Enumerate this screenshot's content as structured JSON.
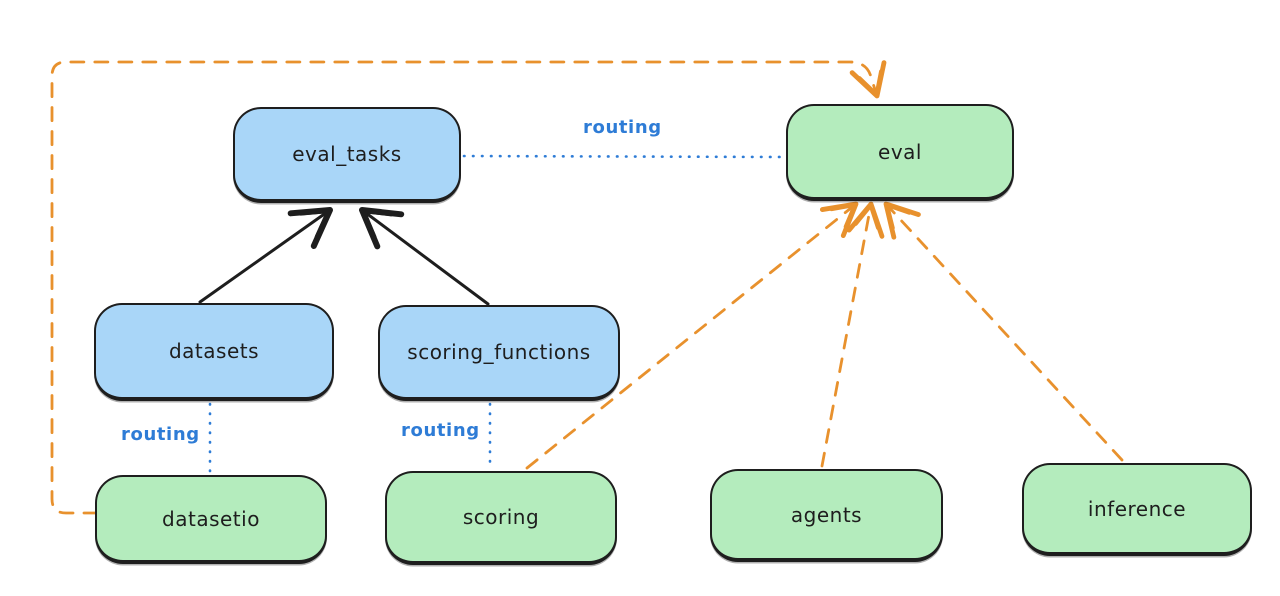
{
  "nodes": {
    "eval_tasks": {
      "label": "eval_tasks",
      "color": "blue"
    },
    "eval": {
      "label": "eval",
      "color": "green"
    },
    "datasets": {
      "label": "datasets",
      "color": "blue"
    },
    "scoring_functions": {
      "label": "scoring_functions",
      "color": "blue"
    },
    "datasetio": {
      "label": "datasetio",
      "color": "green"
    },
    "scoring": {
      "label": "scoring",
      "color": "green"
    },
    "agents": {
      "label": "agents",
      "color": "green"
    },
    "inference": {
      "label": "inference",
      "color": "green"
    }
  },
  "edge_labels": {
    "eval_tasks_to_eval": "routing",
    "datasets_to_datasetio": "routing",
    "scoring_functions_to_scoring": "routing"
  },
  "edges": [
    {
      "from": "datasets",
      "to": "eval_tasks",
      "style": "solid",
      "arrow": true,
      "color": "#1e1e1e"
    },
    {
      "from": "scoring_functions",
      "to": "eval_tasks",
      "style": "solid",
      "arrow": true,
      "color": "#1e1e1e"
    },
    {
      "from": "eval_tasks",
      "to": "eval",
      "style": "dotted",
      "arrow": false,
      "color": "#2e7cd6",
      "label": "routing"
    },
    {
      "from": "datasets",
      "to": "datasetio",
      "style": "dotted",
      "arrow": false,
      "color": "#2e7cd6",
      "label": "routing"
    },
    {
      "from": "scoring_functions",
      "to": "scoring",
      "style": "dotted",
      "arrow": false,
      "color": "#2e7cd6",
      "label": "routing"
    },
    {
      "from": "datasetio",
      "to": "eval",
      "style": "dashed",
      "arrow": true,
      "color": "#e8912d",
      "route": "left-top-loop"
    },
    {
      "from": "scoring",
      "to": "eval",
      "style": "dashed",
      "arrow": true,
      "color": "#e8912d"
    },
    {
      "from": "agents",
      "to": "eval",
      "style": "dashed",
      "arrow": true,
      "color": "#e8912d"
    },
    {
      "from": "inference",
      "to": "eval",
      "style": "dashed",
      "arrow": true,
      "color": "#e8912d"
    }
  ],
  "colors": {
    "blue_node_fill": "#a9d6f8",
    "green_node_fill": "#b4ecbd",
    "node_stroke": "#1e1e1e",
    "black_arrow": "#1e1e1e",
    "orange_dashed": "#e8912d",
    "routing_blue": "#2e7cd6",
    "background": "#ffffff"
  }
}
